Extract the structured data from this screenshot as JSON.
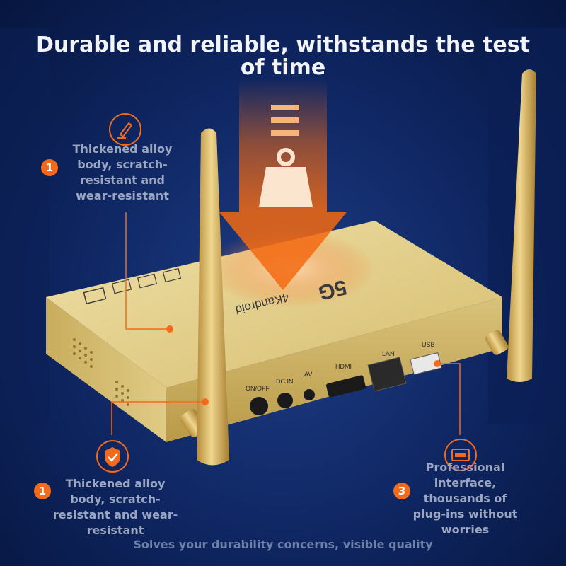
{
  "headline": "Durable and reliable, withstands the test of time",
  "features": [
    {
      "badge": "1",
      "text": "Thickened alloy body, scratch-resistant and wear-resistant",
      "icon": "pencil-scratch-icon"
    },
    {
      "badge": "1",
      "text": "Thickened alloy body, scratch-resistant and wear-resistant",
      "icon": "shield-check-icon"
    },
    {
      "badge": "3",
      "text": "Professional interface, thousands of plug-ins without worries",
      "icon": "interface-port-icon"
    }
  ],
  "device": {
    "brand_mark": "5G",
    "product_name": "4Kandroid",
    "ports": [
      "ON/OFF",
      "DC IN",
      "AV",
      "HDMI",
      "LAN",
      "USB"
    ],
    "top_icons": [
      "TV"
    ]
  },
  "footer": "Solves your durability concerns, visible quality",
  "colors": {
    "accent": "#f26a1b",
    "gold": "#d8be6c",
    "background": "#0e2560"
  }
}
